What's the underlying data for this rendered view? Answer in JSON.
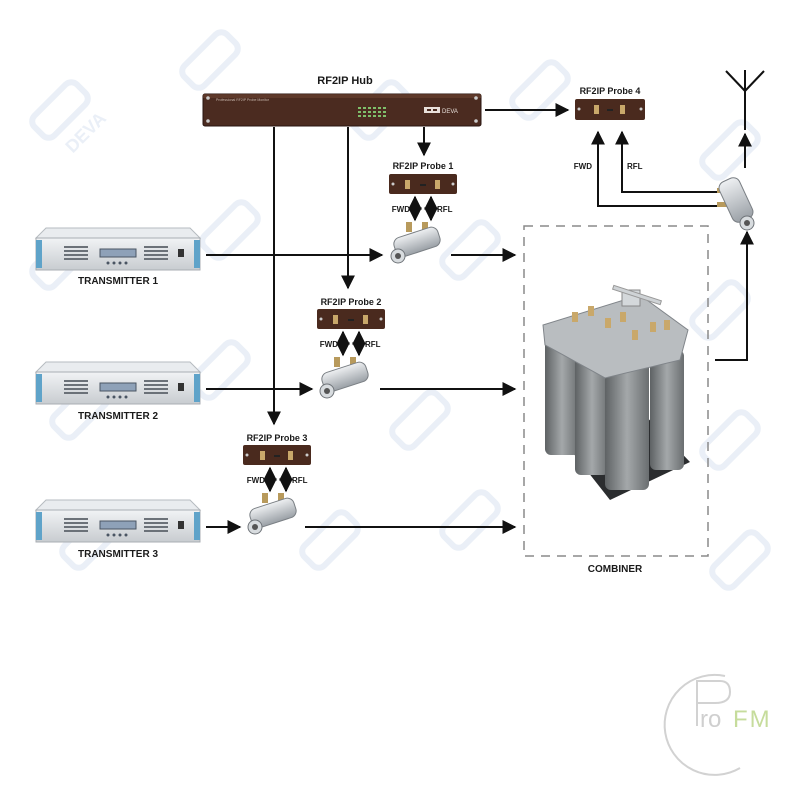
{
  "diagram": {
    "title": "RF2IP monitoring system with combiner",
    "hub": {
      "label": "RF2IP Hub",
      "front_text": "Professional RF2IP Probe Monitor",
      "brand": "DEVA"
    },
    "probes": [
      {
        "label": "RF2IP Probe 1",
        "fwd": "FWD",
        "rfl": "RFL"
      },
      {
        "label": "RF2IP Probe 2",
        "fwd": "FWD",
        "rfl": "RFL"
      },
      {
        "label": "RF2IP Probe 3",
        "fwd": "FWD",
        "rfl": "RFL"
      },
      {
        "label": "RF2IP Probe 4",
        "fwd": "FWD",
        "rfl": "RFL"
      }
    ],
    "transmitters": [
      {
        "label": "TRANSMITTER 1"
      },
      {
        "label": "TRANSMITTER 2"
      },
      {
        "label": "TRANSMITTER 3"
      }
    ],
    "combiner": {
      "label": "COMBINER"
    },
    "antenna": {
      "name": "antenna"
    },
    "watermark": {
      "text": "DEVA"
    },
    "logo": {
      "prefix": "ro",
      "suffix": "FM"
    },
    "colors": {
      "line": "#111111",
      "probe_body": "#4a2a1e",
      "hub_body": "#4b2b20",
      "transmitter_body": "#dfe3e7",
      "transmitter_handle": "#5fa3c9",
      "combiner_body": "#8c9092",
      "watermark": "#e6ecf5",
      "logo_gray": "#d2d2d2",
      "logo_green": "#c6dc9c"
    }
  }
}
